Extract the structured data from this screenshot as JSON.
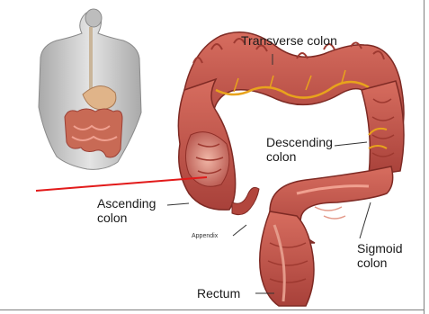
{
  "labels": {
    "transverse": "Transverse colon",
    "descending_1": "Descending",
    "descending_2": "colon",
    "ascending_1": "Ascending",
    "ascending_2": "colon",
    "appendix": "Appendix",
    "sigmoid_1": "Sigmoid",
    "sigmoid_2": "colon",
    "rectum": "Rectum"
  },
  "colors": {
    "colon_main": "#c85a4e",
    "colon_dark": "#8f2f28",
    "colon_light": "#e49a8a",
    "fat_vessels": "#e8a31c",
    "pointer_line": "#e21a1a",
    "skin": "#cfcfcf"
  }
}
